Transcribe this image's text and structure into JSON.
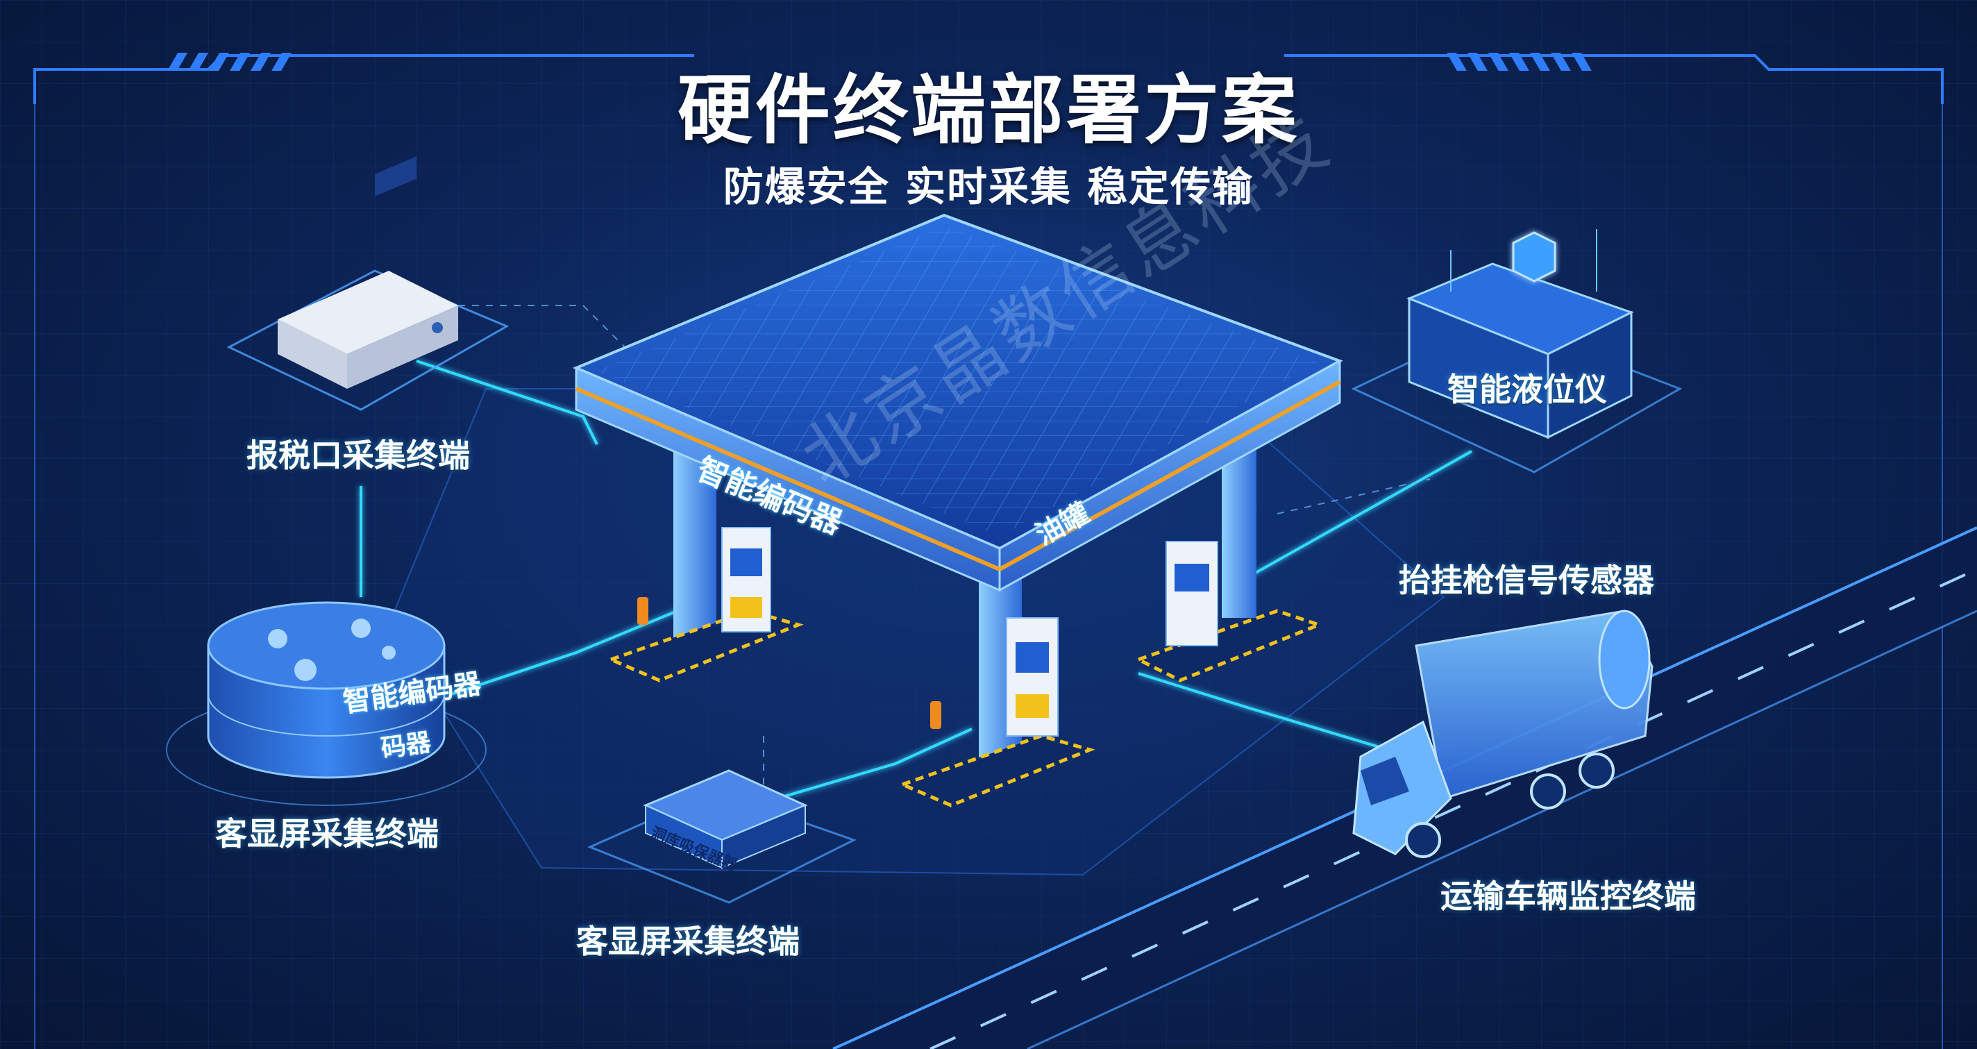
{
  "header": {
    "title": "硬件终端部署方案",
    "subtitle": "防爆安全 实时采集 稳定传输"
  },
  "watermark": "北京晶数信息科技",
  "labels": {
    "tax_terminal": "报税口采集终端",
    "tank_display_terminal": "客显屏采集终端",
    "bottom_display_terminal": "客显屏采集终端",
    "liquid_level": "智能液位仪",
    "nozzle_sensor": "抬挂枪信号传感器",
    "vehicle_monitor": "运输车辆监控终端"
  },
  "on_object_text": {
    "canopy_encoder": "智能编码器",
    "canopy_tank": "油罐",
    "tank_line1": "智能编码器",
    "tank_line2": "码器",
    "box_label": "洞库吸保器器"
  },
  "colors": {
    "background": "#0c2559",
    "accent_cyan": "#34d8ff",
    "line_blue": "#2f7dff",
    "stripe_orange": "#f0a028",
    "hazard_yellow": "#f2c21a"
  },
  "icons": [
    "tax-terminal-device-icon",
    "storage-tank-icon",
    "gas-station-canopy-icon",
    "fuel-dispenser-icon",
    "fuel-nozzle-icon",
    "liquid-level-meter-icon",
    "display-collector-box-icon",
    "tanker-truck-icon"
  ]
}
